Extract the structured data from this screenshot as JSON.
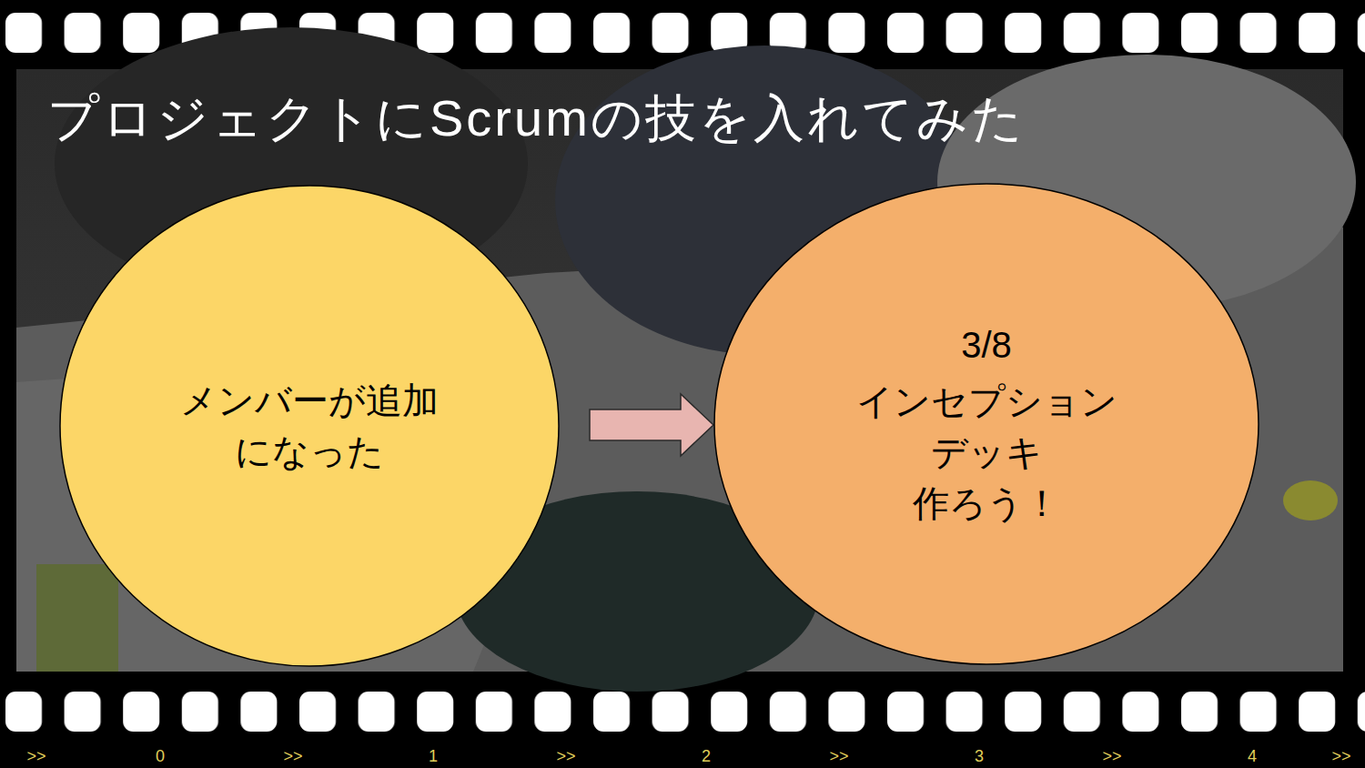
{
  "diagram": {
    "title": "プロジェクトにScrumの技を入れてみた",
    "nodes": [
      {
        "text": [
          "メンバーが追加 になった"
        ]
      },
      {
        "text": [
          "3/8",
          "インセプション デッキ 作ろう！"
        ]
      }
    ],
    "edges": [
      {
        "from": 0,
        "to": 1,
        "arrow": "to"
      }
    ],
    "labels": [
      ">>",
      "0",
      ">>",
      "1",
      ">>",
      "2",
      ">>",
      "3",
      ">>",
      "4",
      ">>"
    ]
  }
}
